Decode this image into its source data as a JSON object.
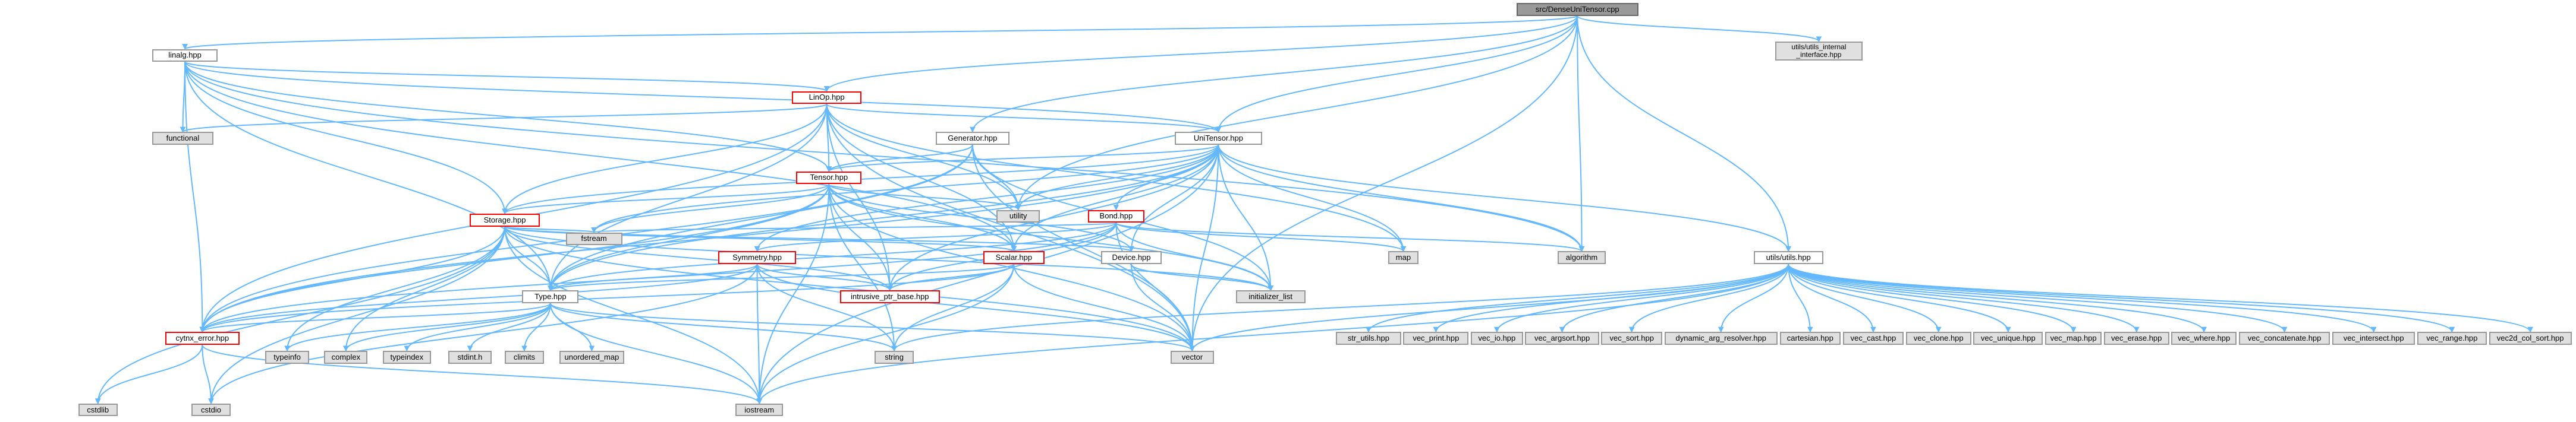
{
  "diagram": {
    "nodes": [
      {
        "id": "root",
        "label": "src/DenseUniTensor.cpp",
        "style": "root"
      },
      {
        "id": "utils_internal",
        "label": "utils/utils_internal\n_interface.hpp",
        "style": "gray"
      },
      {
        "id": "linalg",
        "label": "linalg.hpp",
        "style": "white"
      },
      {
        "id": "linop",
        "label": "LinOp.hpp",
        "style": "red"
      },
      {
        "id": "functional",
        "label": "functional",
        "style": "gray"
      },
      {
        "id": "generator",
        "label": "Generator.hpp",
        "style": "white"
      },
      {
        "id": "unitensor",
        "label": "UniTensor.hpp",
        "style": "white"
      },
      {
        "id": "tensor",
        "label": "Tensor.hpp",
        "style": "red"
      },
      {
        "id": "utility",
        "label": "utility",
        "style": "gray"
      },
      {
        "id": "bond",
        "label": "Bond.hpp",
        "style": "red"
      },
      {
        "id": "storage",
        "label": "Storage.hpp",
        "style": "red"
      },
      {
        "id": "fstream",
        "label": "fstream",
        "style": "gray"
      },
      {
        "id": "scalar",
        "label": "Scalar.hpp",
        "style": "red"
      },
      {
        "id": "device",
        "label": "Device.hpp",
        "style": "white"
      },
      {
        "id": "map",
        "label": "map",
        "style": "gray"
      },
      {
        "id": "algorithm",
        "label": "algorithm",
        "style": "gray"
      },
      {
        "id": "symmetry",
        "label": "Symmetry.hpp",
        "style": "red"
      },
      {
        "id": "intrusive",
        "label": "intrusive_ptr_base.hpp",
        "style": "red"
      },
      {
        "id": "initlist",
        "label": "initializer_list",
        "style": "gray"
      },
      {
        "id": "type",
        "label": "Type.hpp",
        "style": "white"
      },
      {
        "id": "utilshpp",
        "label": "utils/utils.hpp",
        "style": "white"
      },
      {
        "id": "cytnx_error",
        "label": "cytnx_error.hpp",
        "style": "red"
      },
      {
        "id": "typeinfo",
        "label": "typeinfo",
        "style": "gray"
      },
      {
        "id": "complex",
        "label": "complex",
        "style": "gray"
      },
      {
        "id": "typeindex",
        "label": "typeindex",
        "style": "gray"
      },
      {
        "id": "stdint",
        "label": "stdint.h",
        "style": "gray"
      },
      {
        "id": "climits",
        "label": "climits",
        "style": "gray"
      },
      {
        "id": "unordered_map",
        "label": "unordered_map",
        "style": "gray"
      },
      {
        "id": "string",
        "label": "string",
        "style": "gray"
      },
      {
        "id": "vector",
        "label": "vector",
        "style": "gray"
      },
      {
        "id": "cstdlib",
        "label": "cstdlib",
        "style": "gray"
      },
      {
        "id": "cstdio",
        "label": "cstdio",
        "style": "gray"
      },
      {
        "id": "iostream",
        "label": "iostream",
        "style": "gray"
      },
      {
        "id": "str_utils",
        "label": "str_utils.hpp",
        "style": "gray"
      },
      {
        "id": "vec_print",
        "label": "vec_print.hpp",
        "style": "gray"
      },
      {
        "id": "vec_io",
        "label": "vec_io.hpp",
        "style": "gray"
      },
      {
        "id": "vec_argsort",
        "label": "vec_argsort.hpp",
        "style": "gray"
      },
      {
        "id": "vec_sort",
        "label": "vec_sort.hpp",
        "style": "gray"
      },
      {
        "id": "dyn_arg",
        "label": "dynamic_arg_resolver.hpp",
        "style": "gray"
      },
      {
        "id": "cartesian",
        "label": "cartesian.hpp",
        "style": "gray"
      },
      {
        "id": "vec_cast",
        "label": "vec_cast.hpp",
        "style": "gray"
      },
      {
        "id": "vec_clone",
        "label": "vec_clone.hpp",
        "style": "gray"
      },
      {
        "id": "vec_unique",
        "label": "vec_unique.hpp",
        "style": "gray"
      },
      {
        "id": "vec_map",
        "label": "vec_map.hpp",
        "style": "gray"
      },
      {
        "id": "vec_erase",
        "label": "vec_erase.hpp",
        "style": "gray"
      },
      {
        "id": "vec_where",
        "label": "vec_where.hpp",
        "style": "gray"
      },
      {
        "id": "vec_concatenate",
        "label": "vec_concatenate.hpp",
        "style": "gray"
      },
      {
        "id": "vec_intersect",
        "label": "vec_intersect.hpp",
        "style": "gray"
      },
      {
        "id": "vec_range",
        "label": "vec_range.hpp",
        "style": "gray"
      },
      {
        "id": "vec2d_col_sort",
        "label": "vec2d_col_sort.hpp",
        "style": "gray"
      }
    ],
    "edges": [
      [
        "root",
        "utils_internal"
      ],
      [
        "root",
        "linalg"
      ],
      [
        "root",
        "generator"
      ],
      [
        "root",
        "unitensor"
      ],
      [
        "root",
        "utilshpp"
      ],
      [
        "root",
        "algorithm"
      ],
      [
        "root",
        "utility"
      ],
      [
        "root",
        "vector"
      ],
      [
        "root",
        "linop"
      ],
      [
        "linalg",
        "functional"
      ],
      [
        "linalg",
        "linop"
      ],
      [
        "linalg",
        "tensor"
      ],
      [
        "linalg",
        "storage"
      ],
      [
        "linalg",
        "unitensor"
      ],
      [
        "linalg",
        "type"
      ],
      [
        "linalg",
        "cytnx_error"
      ],
      [
        "linalg",
        "algorithm"
      ],
      [
        "linalg",
        "scalar"
      ],
      [
        "linop",
        "functional"
      ],
      [
        "linop",
        "unitensor"
      ],
      [
        "linop",
        "tensor"
      ],
      [
        "linop",
        "type"
      ],
      [
        "linop",
        "cytnx_error"
      ],
      [
        "linop",
        "utility"
      ],
      [
        "linop",
        "map"
      ],
      [
        "linop",
        "vector"
      ],
      [
        "linop",
        "intrusive"
      ],
      [
        "linop",
        "scalar"
      ],
      [
        "linop",
        "storage"
      ],
      [
        "generator",
        "tensor"
      ],
      [
        "generator",
        "type"
      ],
      [
        "generator",
        "cytnx_error"
      ],
      [
        "generator",
        "utility"
      ],
      [
        "generator",
        "initlist"
      ],
      [
        "generator",
        "vector"
      ],
      [
        "unitensor",
        "tensor"
      ],
      [
        "unitensor",
        "bond"
      ],
      [
        "unitensor",
        "storage"
      ],
      [
        "unitensor",
        "scalar"
      ],
      [
        "unitensor",
        "device"
      ],
      [
        "unitensor",
        "type"
      ],
      [
        "unitensor",
        "cytnx_error"
      ],
      [
        "unitensor",
        "utilshpp"
      ],
      [
        "unitensor",
        "algorithm"
      ],
      [
        "unitensor",
        "map"
      ],
      [
        "unitensor",
        "utility"
      ],
      [
        "unitensor",
        "initlist"
      ],
      [
        "unitensor",
        "vector"
      ],
      [
        "unitensor",
        "fstream"
      ],
      [
        "unitensor",
        "intrusive"
      ],
      [
        "unitensor",
        "symmetry"
      ],
      [
        "unitensor",
        "iostream"
      ],
      [
        "tensor",
        "storage"
      ],
      [
        "tensor",
        "scalar"
      ],
      [
        "tensor",
        "device"
      ],
      [
        "tensor",
        "type"
      ],
      [
        "tensor",
        "cytnx_error"
      ],
      [
        "tensor",
        "utility"
      ],
      [
        "tensor",
        "fstream"
      ],
      [
        "tensor",
        "intrusive"
      ],
      [
        "tensor",
        "initlist"
      ],
      [
        "tensor",
        "vector"
      ],
      [
        "tensor",
        "string"
      ],
      [
        "tensor",
        "iostream"
      ],
      [
        "bond",
        "symmetry"
      ],
      [
        "bond",
        "type"
      ],
      [
        "bond",
        "cytnx_error"
      ],
      [
        "bond",
        "intrusive"
      ],
      [
        "bond",
        "initlist"
      ],
      [
        "bond",
        "vector"
      ],
      [
        "bond",
        "fstream"
      ],
      [
        "bond",
        "algorithm"
      ],
      [
        "bond",
        "map"
      ],
      [
        "storage",
        "scalar"
      ],
      [
        "storage",
        "device"
      ],
      [
        "storage",
        "type"
      ],
      [
        "storage",
        "cytnx_error"
      ],
      [
        "storage",
        "intrusive"
      ],
      [
        "storage",
        "fstream"
      ],
      [
        "storage",
        "vector"
      ],
      [
        "storage",
        "complex"
      ],
      [
        "storage",
        "initlist"
      ],
      [
        "storage",
        "iostream"
      ],
      [
        "storage",
        "cstdio"
      ],
      [
        "storage",
        "cstdlib"
      ],
      [
        "storage",
        "typeinfo"
      ],
      [
        "scalar",
        "type"
      ],
      [
        "scalar",
        "cytnx_error"
      ],
      [
        "scalar",
        "intrusive"
      ],
      [
        "scalar",
        "string"
      ],
      [
        "scalar",
        "vector"
      ],
      [
        "scalar",
        "iostream"
      ],
      [
        "device",
        "vector"
      ],
      [
        "device",
        "initlist"
      ],
      [
        "symmetry",
        "type"
      ],
      [
        "symmetry",
        "cytnx_error"
      ],
      [
        "symmetry",
        "intrusive"
      ],
      [
        "symmetry",
        "string"
      ],
      [
        "symmetry",
        "vector"
      ],
      [
        "symmetry",
        "iostream"
      ],
      [
        "symmetry",
        "cstdio"
      ],
      [
        "type",
        "cytnx_error"
      ],
      [
        "type",
        "typeinfo"
      ],
      [
        "type",
        "complex"
      ],
      [
        "type",
        "typeindex"
      ],
      [
        "type",
        "stdint"
      ],
      [
        "type",
        "climits"
      ],
      [
        "type",
        "unordered_map"
      ],
      [
        "type",
        "string"
      ],
      [
        "type",
        "vector"
      ],
      [
        "type",
        "iostream"
      ],
      [
        "cytnx_error",
        "cstdlib"
      ],
      [
        "cytnx_error",
        "cstdio"
      ],
      [
        "cytnx_error",
        "iostream"
      ],
      [
        "utilshpp",
        "str_utils"
      ],
      [
        "utilshpp",
        "vec_print"
      ],
      [
        "utilshpp",
        "vec_io"
      ],
      [
        "utilshpp",
        "vec_argsort"
      ],
      [
        "utilshpp",
        "vec_sort"
      ],
      [
        "utilshpp",
        "dyn_arg"
      ],
      [
        "utilshpp",
        "cartesian"
      ],
      [
        "utilshpp",
        "vec_cast"
      ],
      [
        "utilshpp",
        "vec_clone"
      ],
      [
        "utilshpp",
        "vec_unique"
      ],
      [
        "utilshpp",
        "vec_map"
      ],
      [
        "utilshpp",
        "vec_erase"
      ],
      [
        "utilshpp",
        "vec_where"
      ],
      [
        "utilshpp",
        "vec_concatenate"
      ],
      [
        "utilshpp",
        "vec_intersect"
      ],
      [
        "utilshpp",
        "vec_range"
      ],
      [
        "utilshpp",
        "vec2d_col_sort"
      ],
      [
        "utilshpp",
        "vector"
      ],
      [
        "utilshpp",
        "string"
      ],
      [
        "utilshpp",
        "iostream"
      ]
    ]
  }
}
